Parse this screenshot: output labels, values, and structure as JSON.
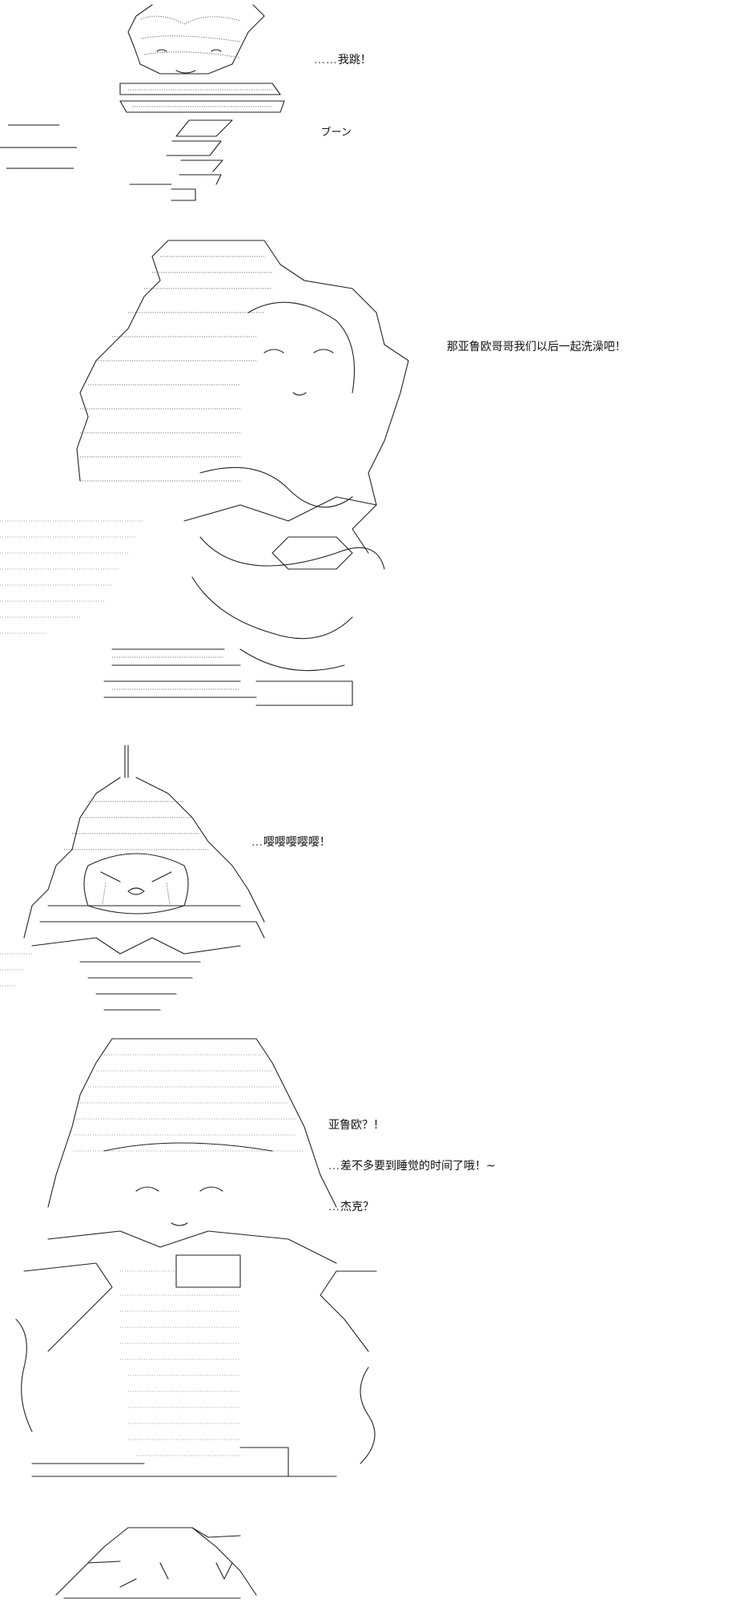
{
  "panels": [
    {
      "id": "panel-1",
      "speech": [
        {
          "lead": "……",
          "text": "我跳！"
        }
      ],
      "sound": "ブーン"
    },
    {
      "id": "panel-2",
      "speech": [
        {
          "lead": "",
          "text": "那亚鲁欧哥哥我们以后一起洗澡吧！"
        }
      ]
    },
    {
      "id": "panel-3",
      "speech": [
        {
          "lead": "…",
          "text": "嘤嘤嘤嘤嘤！"
        }
      ]
    },
    {
      "id": "panel-4",
      "speech": [
        {
          "lead": "",
          "text": "亚鲁欧？！"
        },
        {
          "lead": "…",
          "text": "差不多要到睡觉的时间了哦！~"
        },
        {
          "lead": "…",
          "text": "杰克？"
        }
      ]
    },
    {
      "id": "panel-5",
      "speech": []
    }
  ]
}
